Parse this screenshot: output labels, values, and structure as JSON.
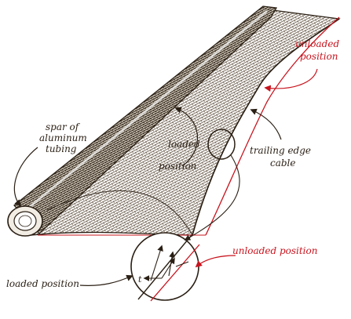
{
  "labels": {
    "spar": [
      "spar of",
      "aluminum",
      "tubing"
    ],
    "loaded_position_wing": [
      "loaded",
      "position"
    ],
    "trailing_edge_cable": [
      "trailing edge",
      "cable"
    ],
    "unloaded_position_top": [
      "unloaded",
      "position"
    ],
    "unloaded_position_detail": "unloaded position",
    "loaded_position_detail": "loaded position",
    "detail_t": "t"
  },
  "colors": {
    "ink": "#2a1f14",
    "accent": "#c8141e",
    "hatch": "#6b5a45",
    "paper": "#ffffff"
  }
}
